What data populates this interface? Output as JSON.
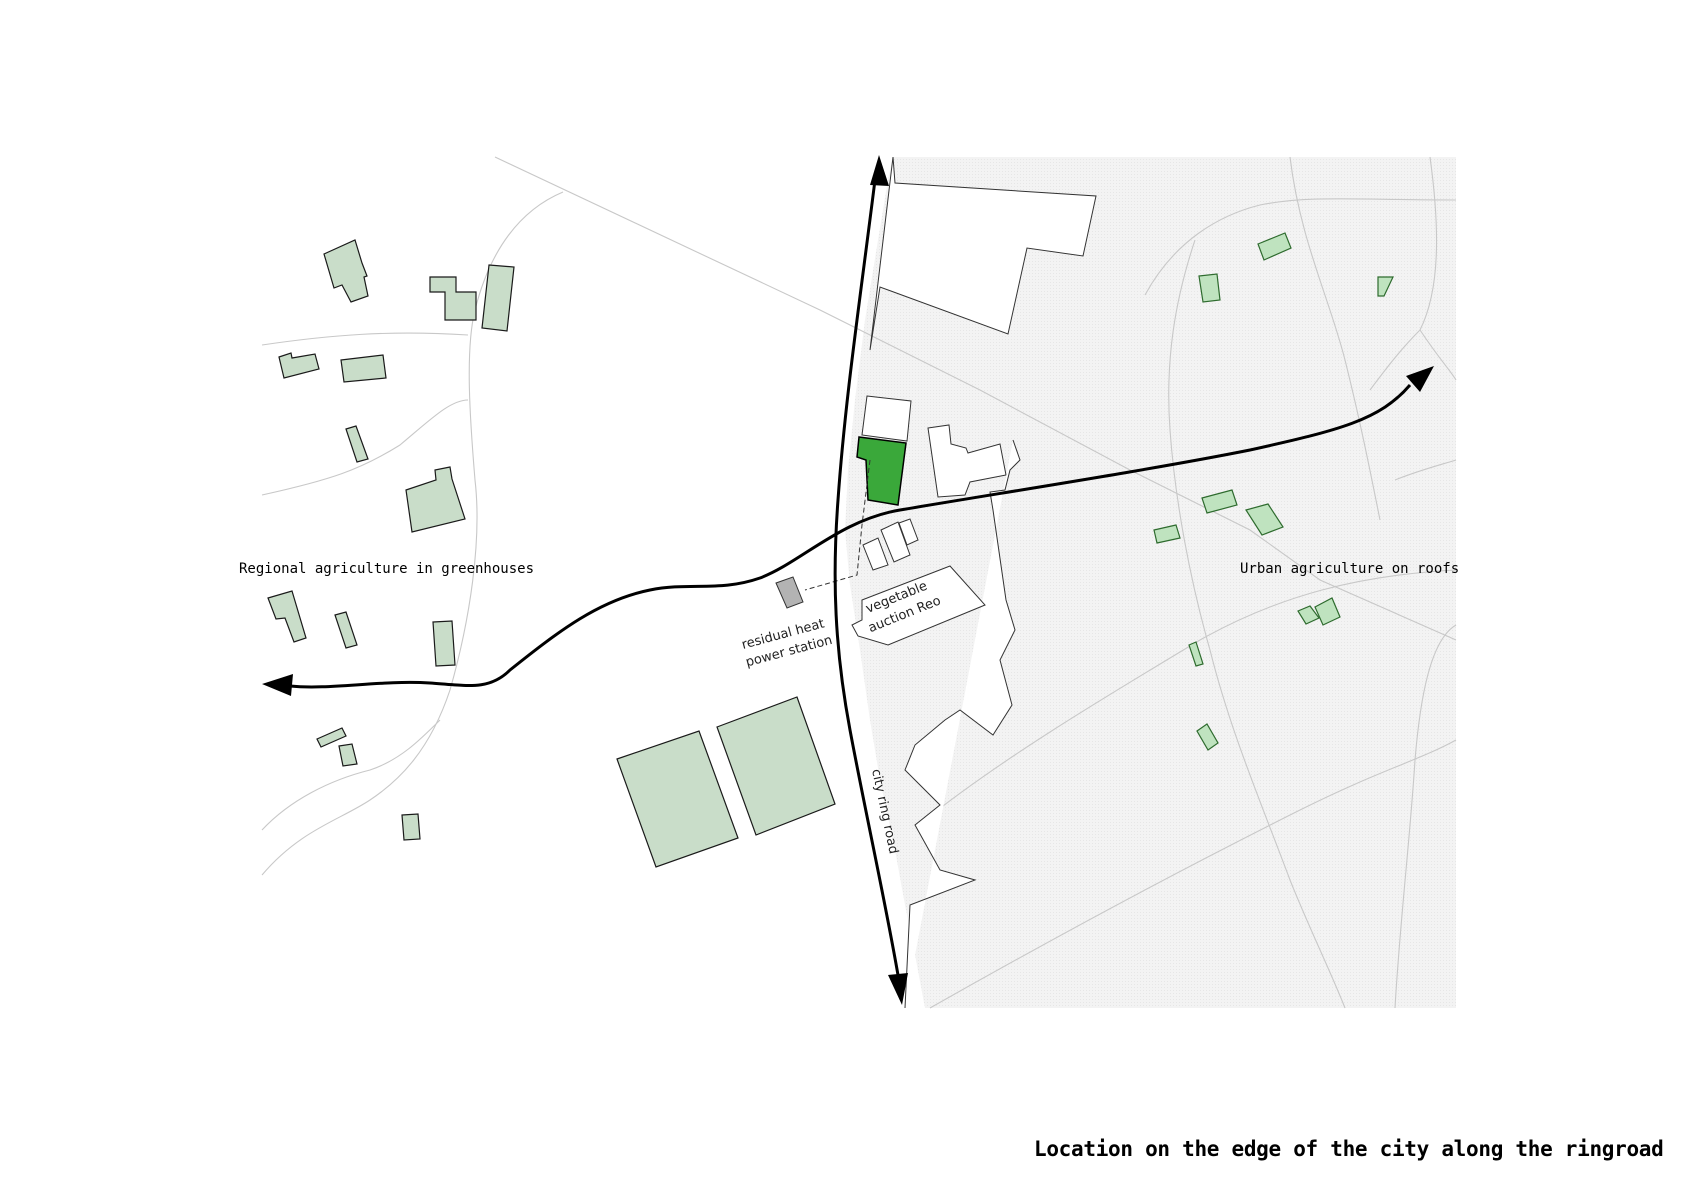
{
  "title": "Location on the edge of the city along the ringroad",
  "labels": {
    "regional": "Regional agriculture in greenhouses",
    "urban": "Urban agriculture on roofs",
    "power_station_line1": "residual heat",
    "power_station_line2": "power station",
    "auction_line1": "vegetable",
    "auction_line2": "auction Reo",
    "ring_road": "city ring road"
  },
  "colors": {
    "urban_area": "#f4f4f4",
    "regional_greenhouse_fill": "#c9ddc9",
    "urban_roof_fill": "#bfe3bf",
    "urban_roof_stroke": "#2e6b2e",
    "project_site": "#3aa83a",
    "power_station": "#b3b3b3",
    "arrow": "#000000",
    "minor_road": "#c8c8c8"
  },
  "legend": {
    "project_site": "highlighted green building",
    "arrows": [
      "north along ring road",
      "south along ring road",
      "east into city",
      "west to region"
    ]
  }
}
